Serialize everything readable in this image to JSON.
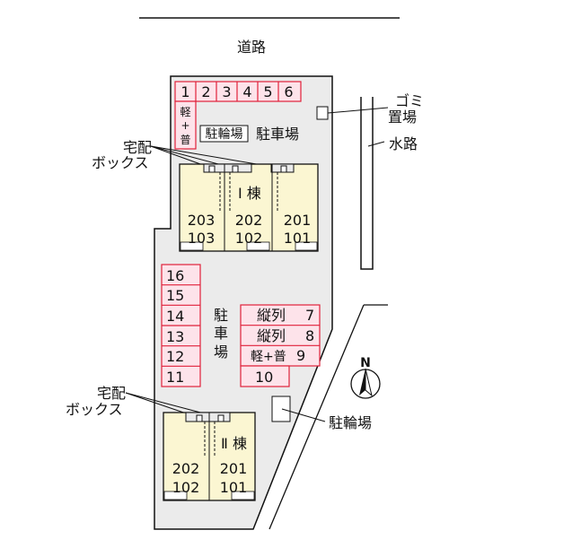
{
  "labels": {
    "road": "道路",
    "garbage_line1": "ゴミ",
    "garbage_line2": "置場",
    "waterway": "水路",
    "parking_top": "駐車場",
    "bike_small": "駐輪場",
    "box_line1": "宅配",
    "box_line2": "ボックス",
    "bldg1_name": "Ⅰ 棟",
    "bldg2_name": "Ⅱ 棟",
    "parking_middle_1": "駐",
    "parking_middle_2": "車",
    "parking_middle_3": "場",
    "bike_parking": "駐輪場",
    "north": "N"
  },
  "top_spaces": [
    "1",
    "2",
    "3",
    "4",
    "5",
    "6"
  ],
  "top_space1_sub": [
    "軽",
    "+",
    "普"
  ],
  "left_spaces": [
    "16",
    "15",
    "14",
    "13",
    "12",
    "11"
  ],
  "right_spaces": [
    {
      "prefix": "縦列",
      "num": "7"
    },
    {
      "prefix": "縦列",
      "num": "8"
    },
    {
      "prefix": "軽+普",
      "num": "9"
    },
    {
      "prefix": "",
      "num": "10"
    }
  ],
  "building1_units": [
    {
      "upper": "203",
      "lower": "103"
    },
    {
      "upper": "202",
      "lower": "102"
    },
    {
      "upper": "201",
      "lower": "101"
    }
  ],
  "building2_units": [
    {
      "upper": "202",
      "lower": "102"
    },
    {
      "upper": "201",
      "lower": "101"
    }
  ],
  "colors": {
    "lot": "#ebebeb",
    "building": "#fbf6d2",
    "parking_line": "#e0203a",
    "parking_fill": "#fde3ea",
    "line": "#111111"
  }
}
